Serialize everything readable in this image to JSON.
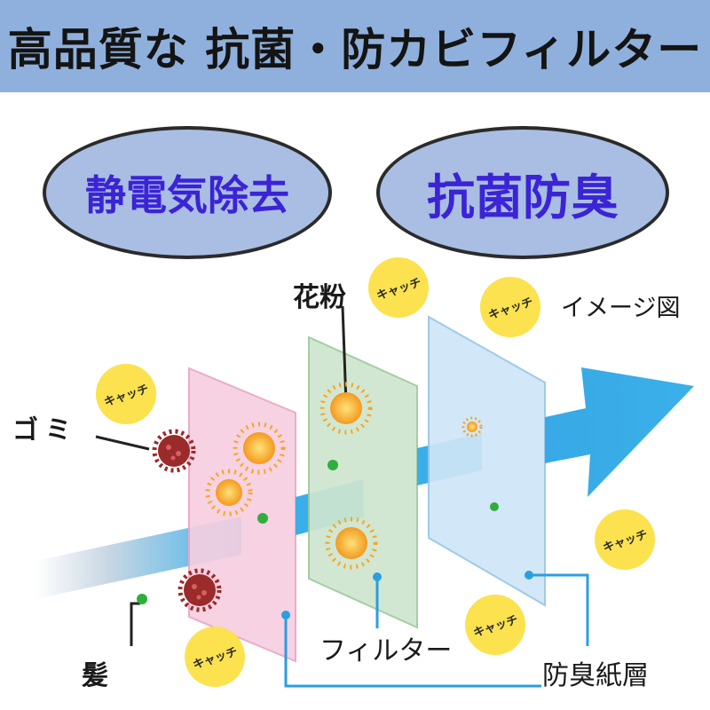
{
  "banner": {
    "title": "高品質な 抗菌・防カビフィルター"
  },
  "features": [
    {
      "label": "静電気除去"
    },
    {
      "label": "抗菌防臭"
    }
  ],
  "labels": {
    "pollen": "花粉",
    "image_note": "イメージ図",
    "dust": "ゴミ",
    "filter": "フィルター",
    "hair": "髪",
    "deodorizing_paper": "防臭紙層"
  },
  "catch_badge": "キャッチ",
  "colors": {
    "banner_bg": "#8fb0dc",
    "oval_bg": "#a9bee2",
    "oval_text": "#3b23d6",
    "layer_pink": "#f6cfe0",
    "layer_green": "#cfe6cf",
    "layer_blue": "#cfe6f7",
    "flow_blue": "#2ea8e6",
    "badge_yellow": "#fbe24e",
    "dust_red": "#9b2a2a",
    "pollen_orange": "#f5a623",
    "particle_green": "#2fae3d"
  }
}
